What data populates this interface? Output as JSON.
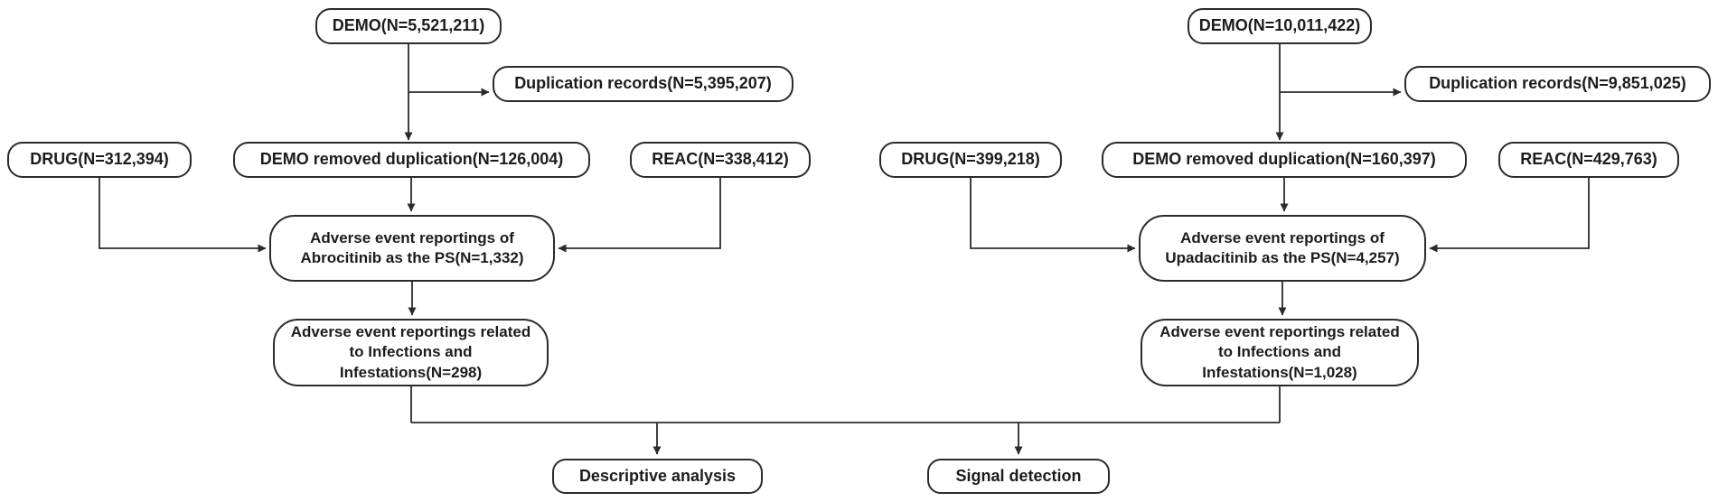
{
  "diagram": {
    "title": "FAERS data selection flowchart for Abrocitinib and Upadacitinib adverse event analysis",
    "colors": {
      "background": "#ffffff",
      "line": "#2b2b2b",
      "node_border": "#2b2b2b",
      "text": "#1c1c1c"
    },
    "nodes": {
      "demo_left": {
        "label": "DEMO(N=5,521,211)"
      },
      "dup_left": {
        "label": "Duplication records(N=5,395,207)"
      },
      "drug_left": {
        "label": "DRUG(N=312,394)"
      },
      "demo_removed_left": {
        "label": "DEMO removed duplication(N=126,004)"
      },
      "reac_left": {
        "label": "REAC(N=338,412)"
      },
      "abrocitinib": {
        "label": [
          "Adverse event reportings of",
          "Abrocitinib as the PS(N=1,332)"
        ]
      },
      "infections_left": {
        "label": [
          "Adverse event reportings related",
          "to Infections and",
          "Infestations(N=298)"
        ]
      },
      "demo_right": {
        "label": "DEMO(N=10,011,422)"
      },
      "dup_right": {
        "label": "Duplication records(N=9,851,025)"
      },
      "drug_right": {
        "label": "DRUG(N=399,218)"
      },
      "demo_removed_right": {
        "label": "DEMO removed duplication(N=160,397)"
      },
      "reac_right": {
        "label": "REAC(N=429,763)"
      },
      "upadacitinib": {
        "label": [
          "Adverse event reportings of",
          "Upadacitinib as the PS(N=4,257)"
        ]
      },
      "infections_right": {
        "label": [
          "Adverse event reportings related",
          "to Infections and",
          "Infestations(N=1,028)"
        ]
      },
      "descriptive": {
        "label": "Descriptive analysis"
      },
      "signal": {
        "label": "Signal detection"
      }
    },
    "edges": [
      {
        "from": "demo_left",
        "to": "dup_left"
      },
      {
        "from": "demo_left",
        "to": "demo_removed_left"
      },
      {
        "from": "drug_left",
        "to": "abrocitinib"
      },
      {
        "from": "demo_removed_left",
        "to": "abrocitinib"
      },
      {
        "from": "reac_left",
        "to": "abrocitinib"
      },
      {
        "from": "abrocitinib",
        "to": "infections_left"
      },
      {
        "from": "demo_right",
        "to": "dup_right"
      },
      {
        "from": "demo_right",
        "to": "demo_removed_right"
      },
      {
        "from": "drug_right",
        "to": "upadacitinib"
      },
      {
        "from": "demo_removed_right",
        "to": "upadacitinib"
      },
      {
        "from": "reac_right",
        "to": "upadacitinib"
      },
      {
        "from": "upadacitinib",
        "to": "infections_right"
      },
      {
        "from": "infections_left",
        "to": "descriptive"
      },
      {
        "from": "infections_left",
        "to": "signal"
      },
      {
        "from": "infections_right",
        "to": "descriptive"
      },
      {
        "from": "infections_right",
        "to": "signal"
      }
    ]
  }
}
